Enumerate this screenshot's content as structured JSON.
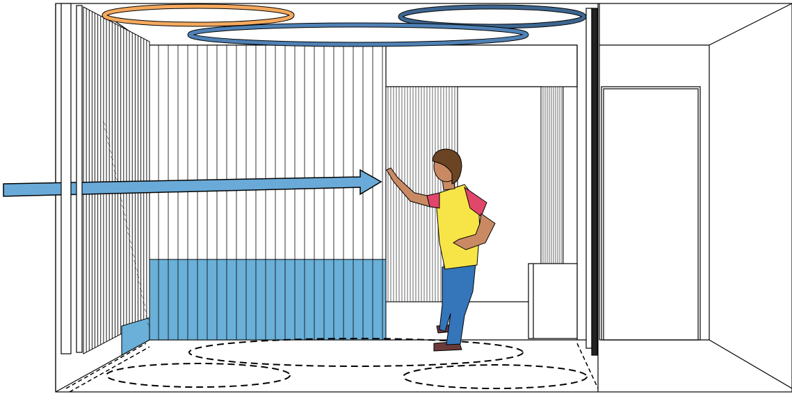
{
  "scene": {
    "kind": "illustration",
    "subject": "room-with-curtain-track-system",
    "elements": [
      "ceiling-ring-orange",
      "ceiling-ring-blue",
      "ceiling-ring-dark-blue",
      "curtain-left",
      "curtain-back",
      "curtain-partition",
      "blue-fabric-panel",
      "direction-arrow",
      "person",
      "floor-track-outlines",
      "doorway"
    ]
  },
  "colors": {
    "line": "#000000",
    "wall": "#ffffff",
    "ring_orange": "#f5a95e",
    "ring_blue": "#4f81b5",
    "ring_dark_blue": "#3d6690",
    "fabric_blue": "#6ab0d8",
    "arrow_fill": "#6aaad8",
    "shirt_yellow": "#f7e548",
    "sleeve_pink": "#e0476a",
    "jeans_blue": "#3575b9",
    "skin": "#c98a63",
    "hair": "#6b4423",
    "shoe": "#6b3a3a"
  }
}
